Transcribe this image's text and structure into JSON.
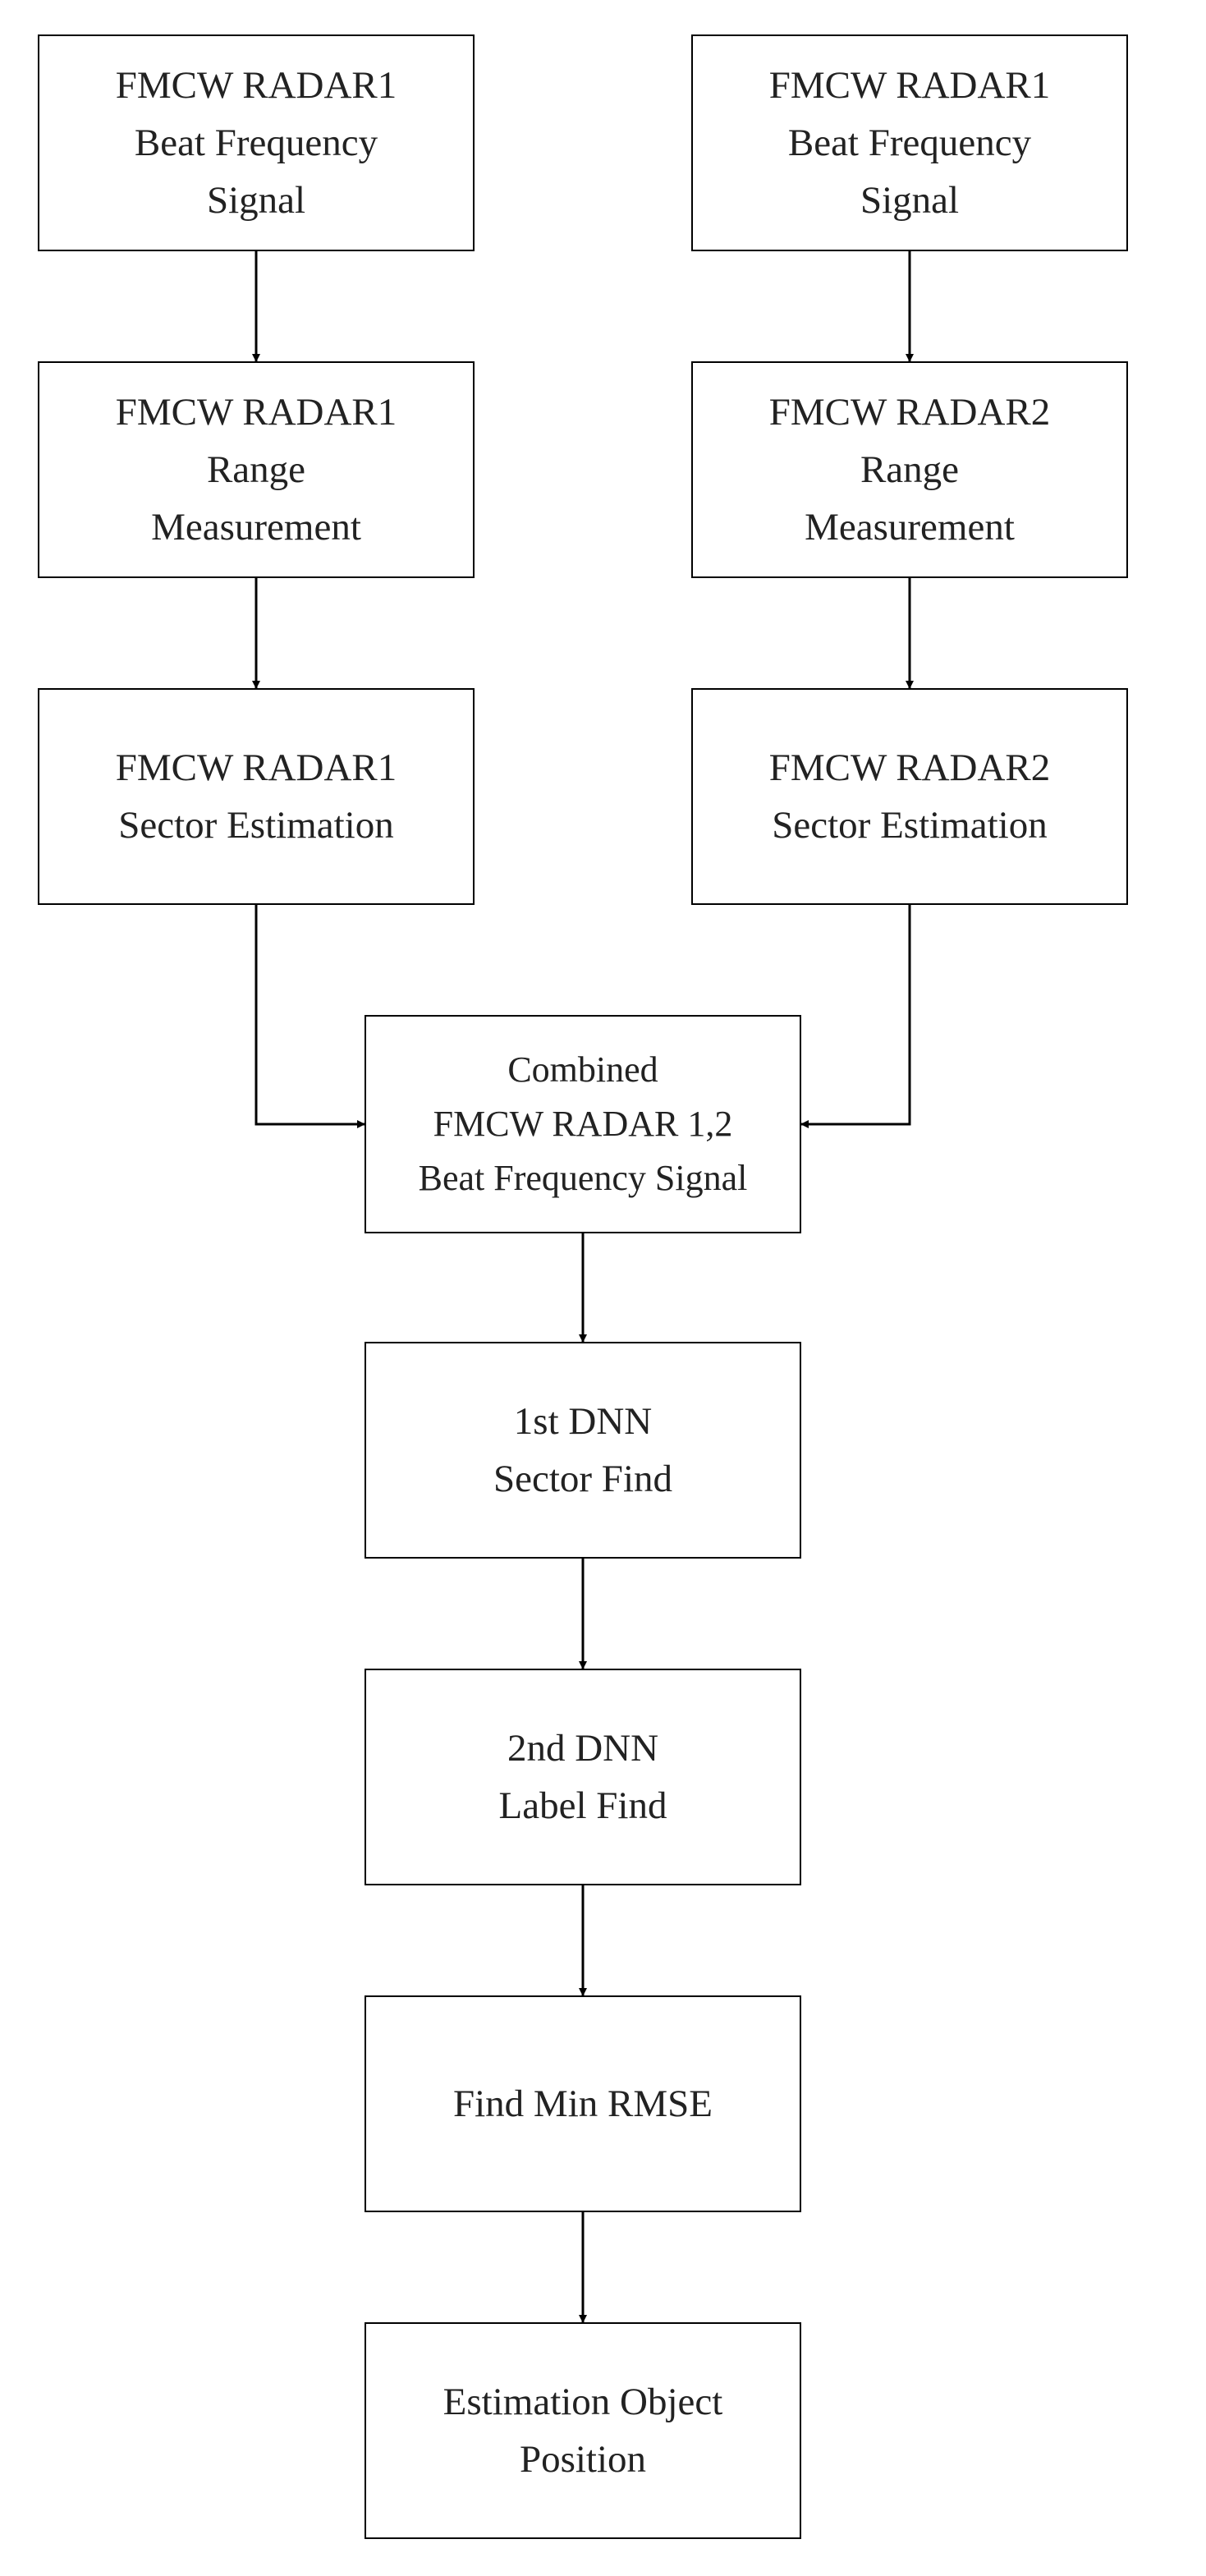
{
  "nodes": {
    "r1_beat": [
      "FMCW RADAR1",
      "Beat Frequency",
      "Signal"
    ],
    "r2_beat": [
      "FMCW RADAR1",
      "Beat Frequency",
      "Signal"
    ],
    "r1_range": [
      "FMCW RADAR1",
      "Range",
      "Measurement"
    ],
    "r2_range": [
      "FMCW RADAR2",
      "Range",
      "Measurement"
    ],
    "r1_sector": [
      "FMCW RADAR1",
      "Sector Estimation"
    ],
    "r2_sector": [
      "FMCW RADAR2",
      "Sector Estimation"
    ],
    "combined": [
      "Combined",
      "FMCW RADAR 1,2",
      "Beat Frequency Signal"
    ],
    "dnn1": [
      "1st DNN",
      "Sector Find"
    ],
    "dnn2": [
      "2nd DNN",
      "Label Find"
    ],
    "min_rmse": [
      "Find Min RMSE"
    ],
    "estimation": [
      "Estimation Object",
      "Position"
    ]
  },
  "edges": [
    [
      "r1_beat",
      "r1_range"
    ],
    [
      "r2_beat",
      "r2_range"
    ],
    [
      "r1_range",
      "r1_sector"
    ],
    [
      "r2_range",
      "r2_sector"
    ],
    [
      "r1_sector",
      "combined"
    ],
    [
      "r2_sector",
      "combined"
    ],
    [
      "combined",
      "dnn1"
    ],
    [
      "dnn1",
      "dnn2"
    ],
    [
      "dnn2",
      "min_rmse"
    ],
    [
      "min_rmse",
      "estimation"
    ]
  ]
}
